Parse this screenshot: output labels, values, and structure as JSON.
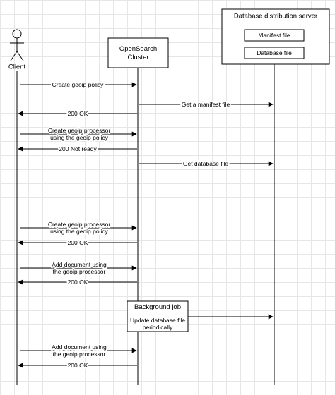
{
  "participants": {
    "client": "Client",
    "opensearch_line1": "OpenSearch",
    "opensearch_line2": "Cluster",
    "db_server_title": "Database distribution server",
    "manifest_file": "Manifest file",
    "database_file": "Database file"
  },
  "messages": [
    {
      "lines": [
        "Create geoip policy"
      ],
      "from": "client",
      "to": "opensearch"
    },
    {
      "lines": [
        "Get a manifest file"
      ],
      "from": "opensearch",
      "to": "db_server"
    },
    {
      "lines": [
        "200 OK"
      ],
      "from": "opensearch",
      "to": "client"
    },
    {
      "lines": [
        "Create geoip processor",
        "using the geoip policy"
      ],
      "from": "client",
      "to": "opensearch"
    },
    {
      "lines": [
        "200 Not ready"
      ],
      "from": "opensearch",
      "to": "client"
    },
    {
      "lines": [
        "Get database file"
      ],
      "from": "opensearch",
      "to": "db_server"
    },
    {
      "lines": [
        "Create geoip processor",
        "using the geoip policy"
      ],
      "from": "client",
      "to": "opensearch"
    },
    {
      "lines": [
        "200 OK"
      ],
      "from": "opensearch",
      "to": "client"
    },
    {
      "lines": [
        "Add document using",
        "the geoip processor"
      ],
      "from": "client",
      "to": "opensearch"
    },
    {
      "lines": [
        "200 OK"
      ],
      "from": "opensearch",
      "to": "client"
    },
    {
      "lines": [
        "Add document using",
        "the geoip processor"
      ],
      "from": "client",
      "to": "opensearch"
    },
    {
      "lines": [
        "200 OK"
      ],
      "from": "opensearch",
      "to": "client"
    }
  ],
  "background_job": {
    "title": "Background job",
    "line1": "Update database file",
    "line2": "periodically",
    "to": "db_server"
  }
}
